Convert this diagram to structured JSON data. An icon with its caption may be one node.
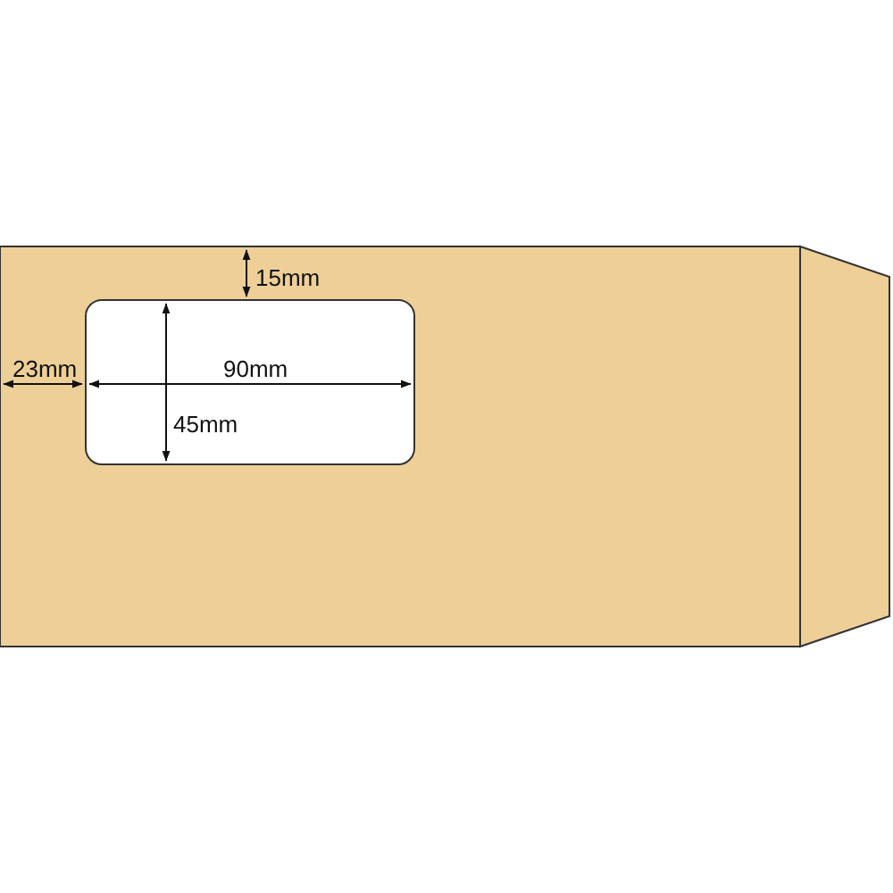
{
  "diagram": {
    "labels": [
      "15mm",
      "23mm",
      "90mm",
      "45mm"
    ]
  }
}
